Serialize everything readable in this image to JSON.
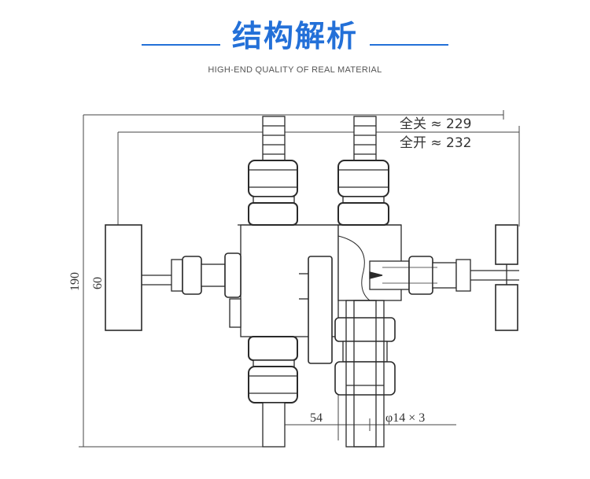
{
  "header": {
    "title": "结构解析",
    "subtitle": "HIGH-END QUALITY OF REAL MATERIAL",
    "accent_color": "#2370d8"
  },
  "diagram": {
    "annotations": {
      "closed_label": "全关 ≈ 229",
      "open_label": "全开 ≈ 232",
      "height_total": "190",
      "height_handwheel": "60",
      "width_offset": "54",
      "pipe_spec": "φ14 × 3"
    }
  }
}
